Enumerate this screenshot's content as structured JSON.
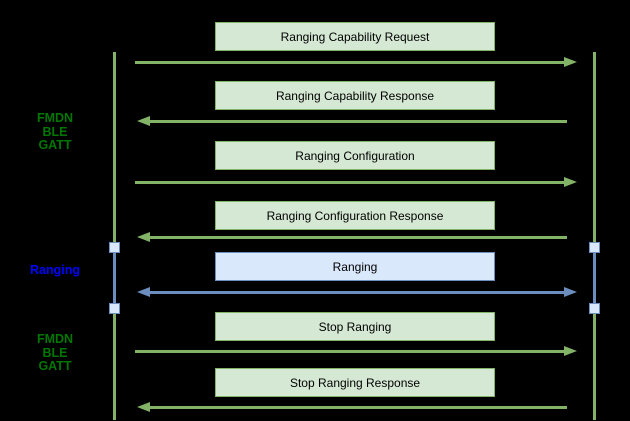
{
  "colors": {
    "background": "#000000",
    "green_stroke": "#82b366",
    "green_fill": "#d5e8d4",
    "blue_stroke": "#6c8ebf",
    "blue_fill": "#dae8fc",
    "section_green_text": "#007700",
    "section_blue_text": "#0000ff"
  },
  "sections": [
    {
      "id": "fmdn-ble-gatt-top",
      "color": "green",
      "lines": [
        "FMDN",
        "BLE",
        "GATT"
      ]
    },
    {
      "id": "ranging",
      "color": "blue",
      "lines": [
        "Ranging"
      ]
    },
    {
      "id": "fmdn-ble-gatt-bottom",
      "color": "green",
      "lines": [
        "FMDN",
        "BLE",
        "GATT"
      ]
    }
  ],
  "messages": [
    {
      "label": "Ranging Capability Request",
      "direction": "right",
      "style": "green"
    },
    {
      "label": "Ranging Capability Response",
      "direction": "left",
      "style": "green"
    },
    {
      "label": "Ranging Configuration",
      "direction": "right",
      "style": "green"
    },
    {
      "label": "Ranging Configuration Response",
      "direction": "left",
      "style": "green"
    },
    {
      "label": "Ranging",
      "direction": "both",
      "style": "blue"
    },
    {
      "label": "Stop Ranging",
      "direction": "right",
      "style": "green"
    },
    {
      "label": "Stop Ranging Response",
      "direction": "left",
      "style": "green"
    }
  ]
}
